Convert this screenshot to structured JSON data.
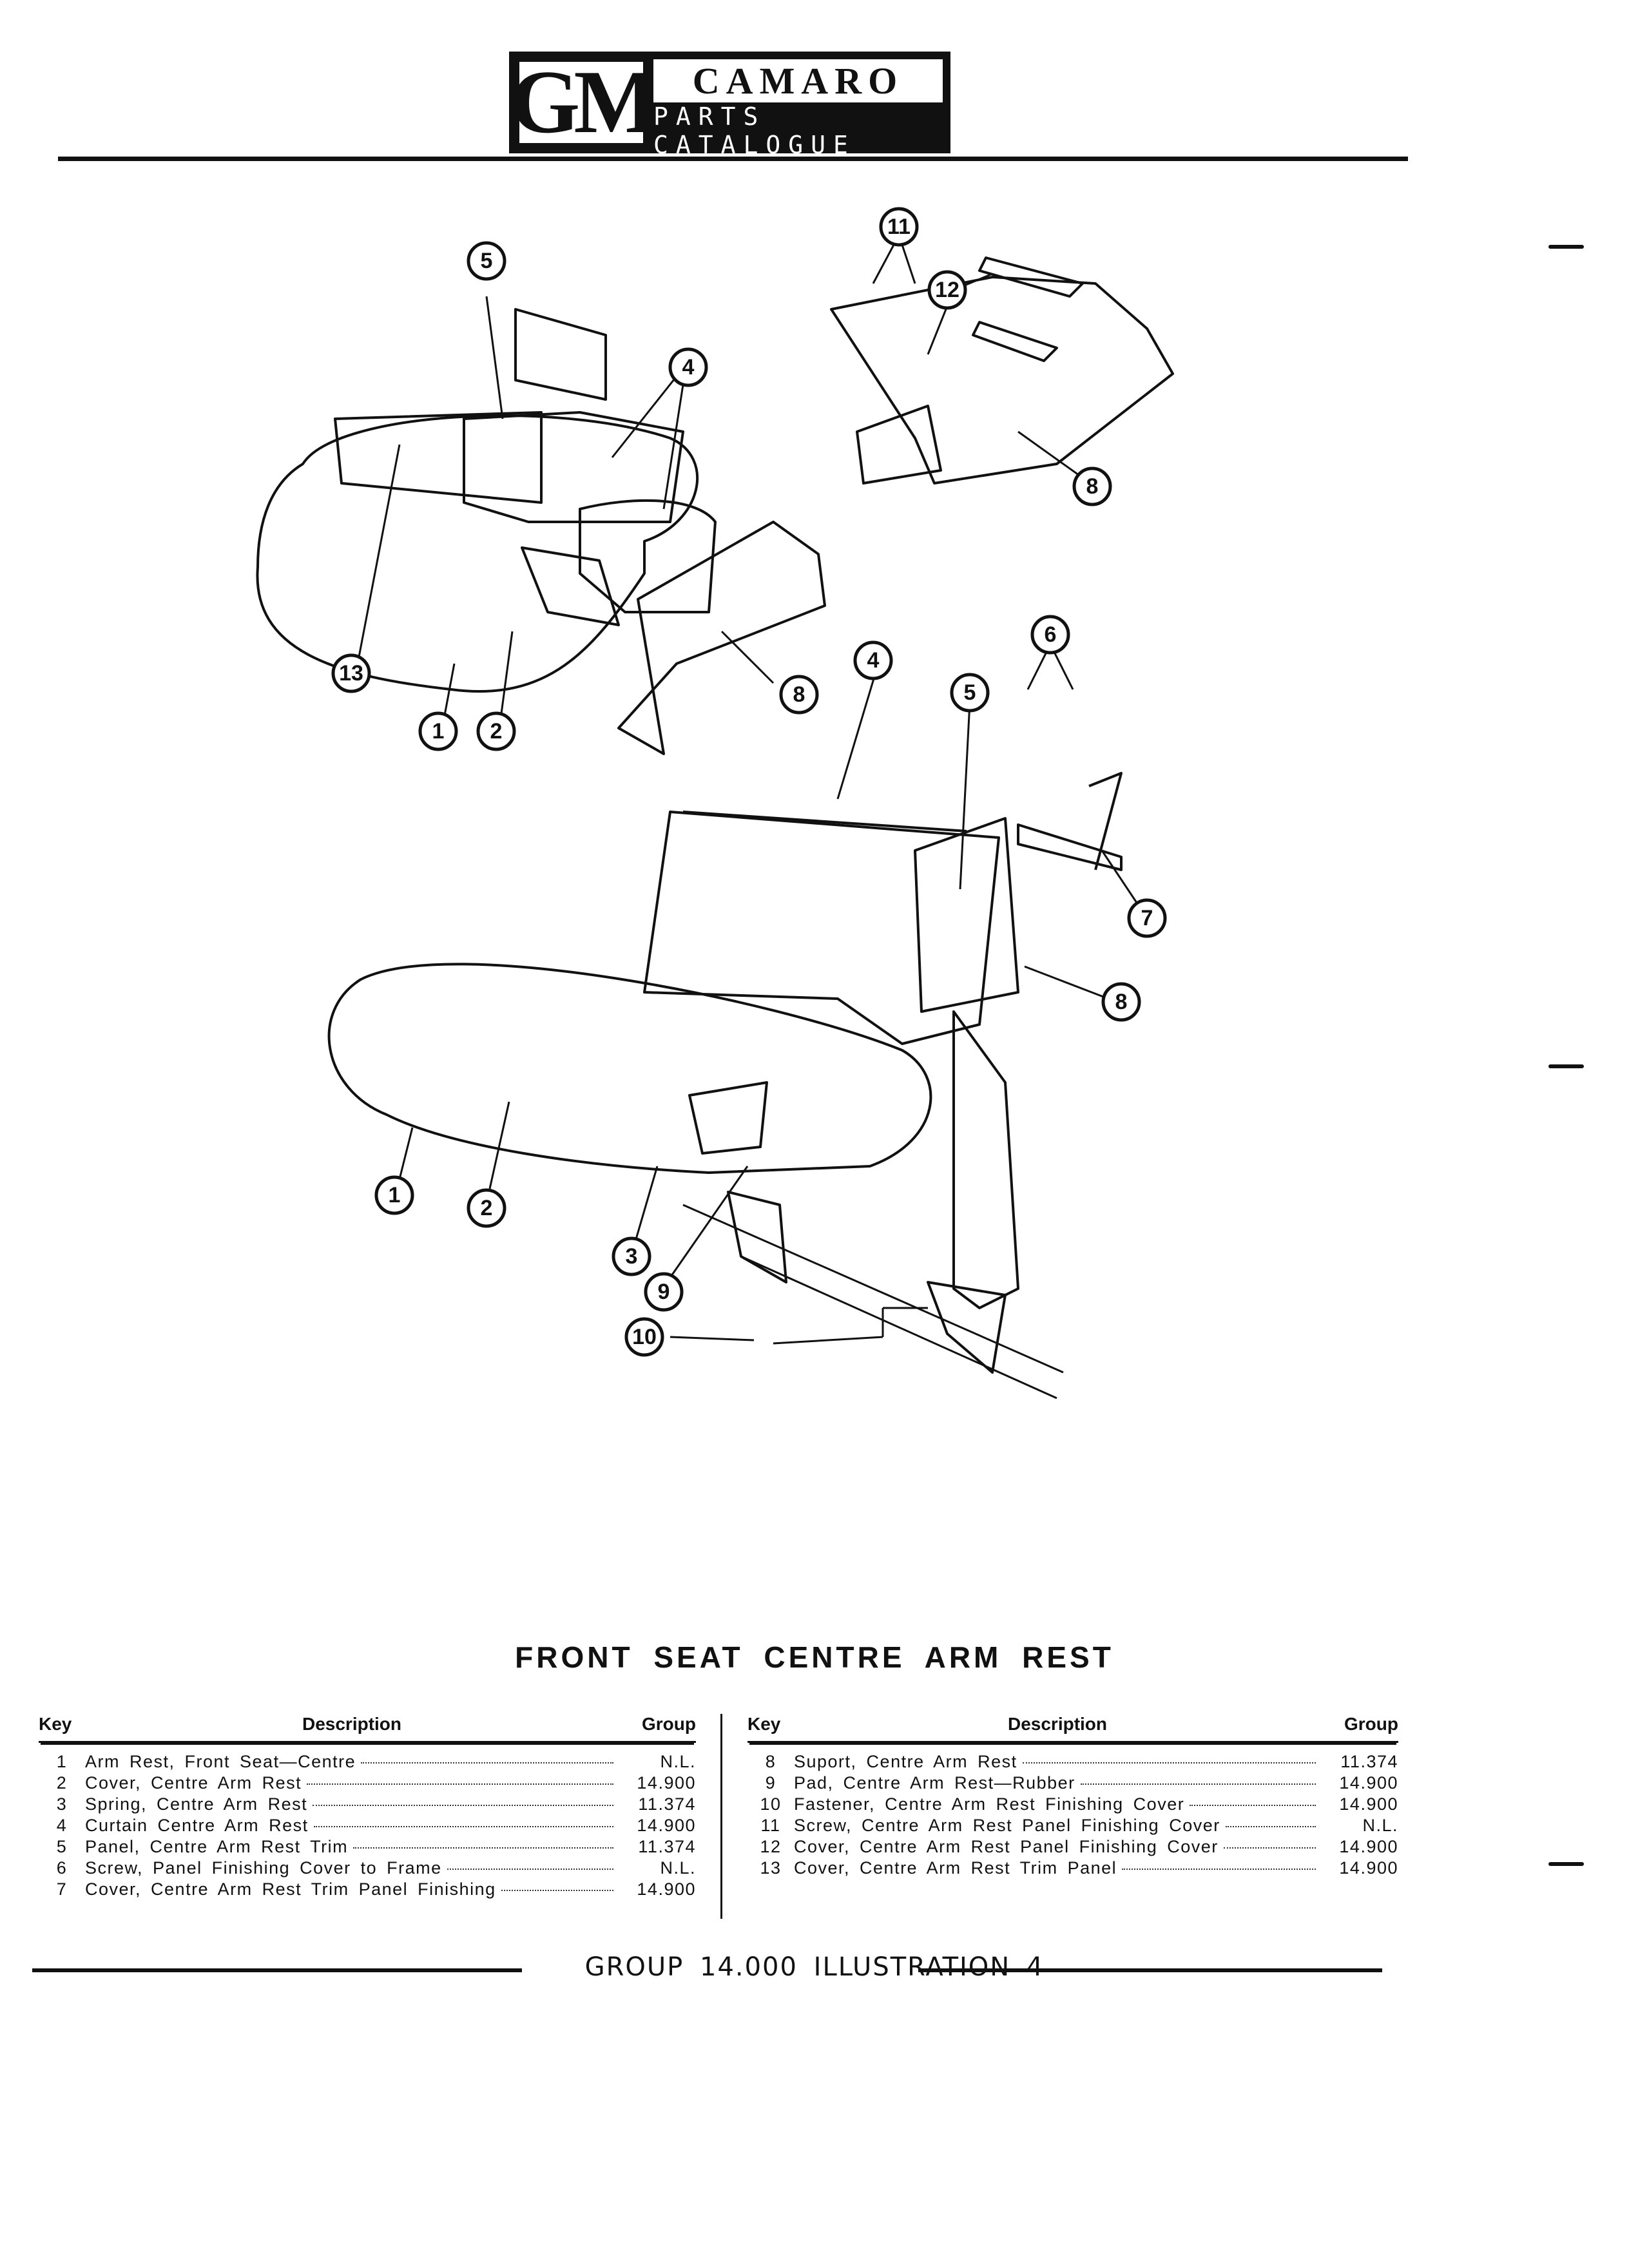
{
  "header": {
    "brand": "GM",
    "model": "CAMARO",
    "subtitle": "PARTS CATALOGUE"
  },
  "illustration": {
    "callouts_top_left": [
      "5",
      "4",
      "13",
      "1",
      "2",
      "8"
    ],
    "callouts_top_right": [
      "11",
      "12",
      "8"
    ],
    "callouts_bottom": [
      "4",
      "5",
      "6",
      "7",
      "8",
      "1",
      "2",
      "3",
      "9",
      "10"
    ]
  },
  "title": "FRONT SEAT CENTRE ARM REST",
  "table_headers": {
    "key": "Key",
    "description": "Description",
    "group": "Group"
  },
  "parts_left": [
    {
      "key": "1",
      "description": "Arm Rest, Front Seat—Centre",
      "group": "N.L."
    },
    {
      "key": "2",
      "description": "Cover, Centre Arm Rest",
      "group": "14.900"
    },
    {
      "key": "3",
      "description": "Spring, Centre Arm Rest",
      "group": "11.374"
    },
    {
      "key": "4",
      "description": "Curtain Centre Arm Rest",
      "group": "14.900"
    },
    {
      "key": "5",
      "description": "Panel, Centre Arm Rest Trim",
      "group": "11.374"
    },
    {
      "key": "6",
      "description": "Screw, Panel Finishing Cover to Frame",
      "group": "N.L."
    },
    {
      "key": "7",
      "description": "Cover, Centre Arm Rest Trim Panel Finishing",
      "group": "14.900"
    }
  ],
  "parts_right": [
    {
      "key": "8",
      "description": "Suport, Centre Arm Rest",
      "group": "11.374"
    },
    {
      "key": "9",
      "description": "Pad, Centre Arm Rest—Rubber",
      "group": "14.900"
    },
    {
      "key": "10",
      "description": "Fastener, Centre Arm Rest Finishing Cover",
      "group": "14.900"
    },
    {
      "key": "11",
      "description": "Screw, Centre Arm Rest Panel Finishing Cover",
      "group": "N.L."
    },
    {
      "key": "12",
      "description": "Cover, Centre Arm Rest Panel Finishing Cover",
      "group": "14.900"
    },
    {
      "key": "13",
      "description": "Cover, Centre Arm Rest Trim Panel",
      "group": "14.900"
    }
  ],
  "footer": "GROUP 14.000 ILLUSTRATION 4"
}
